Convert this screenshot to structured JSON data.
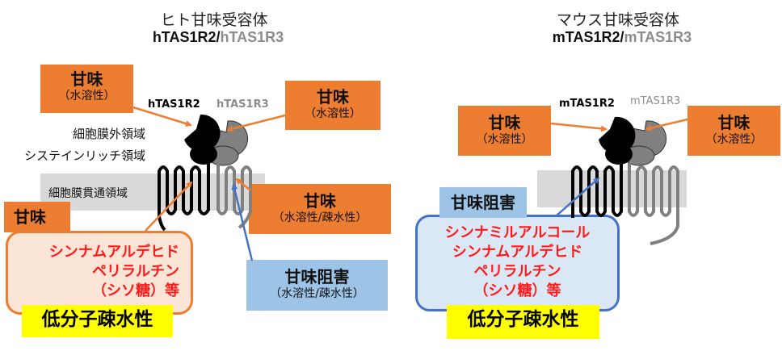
{
  "human": {
    "title": "ヒト甘味受容体",
    "subtitle_r2": "hTAS1R2/",
    "subtitle_r3": "hTAS1R3",
    "receptor_label_r2": "hTAS1R2",
    "receptor_label_r3": "hTAS1R3",
    "region_extracellular": "細胞膜外領域",
    "region_cysteine": "システインリッチ領域",
    "region_transmembrane": "細胞膜貫通領域",
    "box_left": {
      "title": "甘味",
      "sub": "（水溶性）"
    },
    "box_right": {
      "title": "甘味",
      "sub": "（水溶性）"
    },
    "box_tm_right": {
      "title": "甘味",
      "sub": "（水溶性/疎水性）"
    },
    "box_inhibit": {
      "title": "甘味阻害",
      "sub": "（水溶性/疎水性）"
    },
    "callout_tag": "甘味",
    "callout_lines": [
      "シンナムアルデヒド",
      "ペリラルチン",
      "（シソ糖）等"
    ],
    "hydrophobic_label": "低分子疎水性"
  },
  "mouse": {
    "title": "マウス甘味受容体",
    "subtitle_r2": "mTAS1R2/",
    "subtitle_r3": "mTAS1R3",
    "receptor_label_r2": "mTAS1R2",
    "receptor_label_r3": "mTAS1R3",
    "box_left": {
      "title": "甘味",
      "sub": "（水溶性）"
    },
    "box_right": {
      "title": "甘味",
      "sub": "（水溶性）"
    },
    "callout_tag": "甘味阻害",
    "callout_lines": [
      "シンナミルアルコール",
      "シンナムアルデヒド",
      "ペリラルチン",
      "（シソ糖）等"
    ],
    "hydrophobic_label": "低分子疎水性"
  },
  "colors": {
    "sweet_orange": "#ed7d31",
    "inhibit_blue": "#9dc3e6",
    "arrow_blue": "#4472c4",
    "compound_red": "#ff1a1a",
    "highlight_yellow": "#ffff00",
    "membrane_gray": "#d9d9d9",
    "tas1r2": "#000000",
    "tas1r3": "#808080"
  }
}
